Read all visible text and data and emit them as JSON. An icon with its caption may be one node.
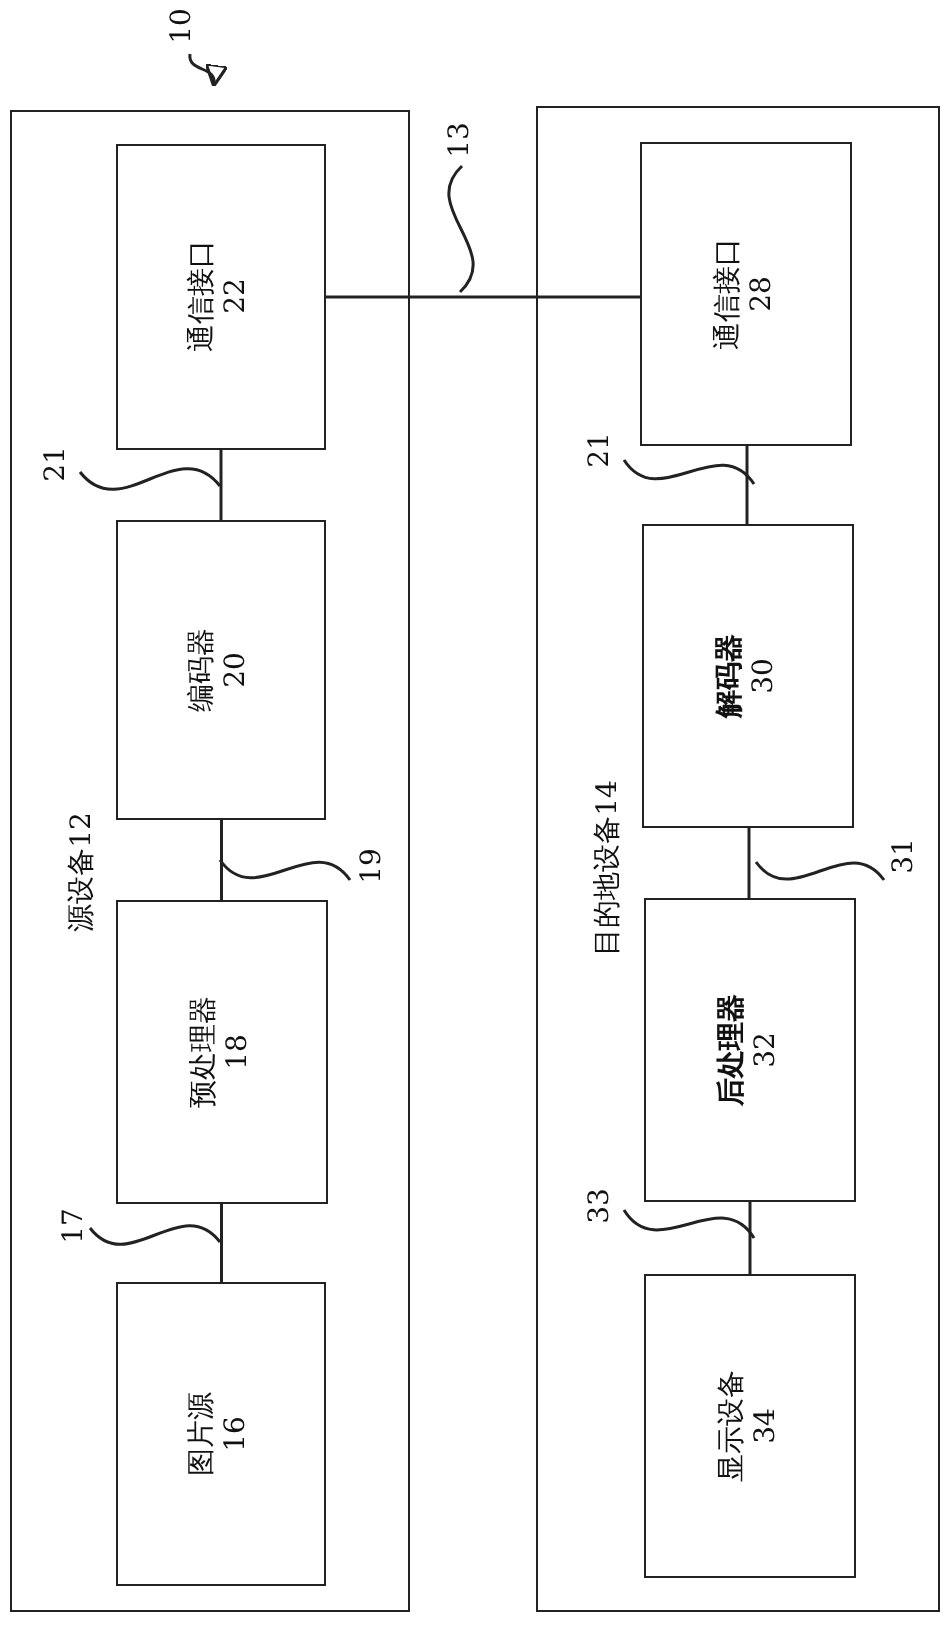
{
  "diagram": {
    "nodes": [
      {
        "text": [
          "源设备12"
        ]
      },
      {
        "text": [
          "通信接口",
          "22"
        ],
        "in": 0
      },
      {
        "text": [
          "编码器",
          "20"
        ],
        "in": 0
      },
      {
        "text": [
          "预处理器",
          "18"
        ],
        "in": 0
      },
      {
        "text": [
          "图片源",
          "16"
        ],
        "in": 0
      },
      {
        "text": [
          "目的地设备14"
        ]
      },
      {
        "text": [
          "通信接口",
          "28"
        ],
        "in": 5
      },
      {
        "text": [
          "解码器",
          "30"
        ],
        "in": 5
      },
      {
        "text": [
          "后处理器",
          "32"
        ],
        "in": 5
      },
      {
        "text": [
          "显示设备",
          "34"
        ],
        "in": 5
      },
      {
        "text": [
          "10"
        ]
      },
      {
        "text": [
          "13"
        ]
      },
      {
        "text": [
          "21"
        ],
        "in": 0
      },
      {
        "text": [
          "19"
        ],
        "in": 0
      },
      {
        "text": [
          "17"
        ],
        "in": 0
      },
      {
        "text": [
          "21"
        ],
        "in": 5
      },
      {
        "text": [
          "31"
        ],
        "in": 5
      },
      {
        "text": [
          "33"
        ],
        "in": 5
      }
    ],
    "edges": [
      {
        "from": 4,
        "to": 3,
        "arrow": "none"
      },
      {
        "from": 3,
        "to": 2,
        "arrow": "none"
      },
      {
        "from": 2,
        "to": 1,
        "arrow": "none"
      },
      {
        "from": 1,
        "to": 6,
        "arrow": "none"
      },
      {
        "from": 6,
        "to": 7,
        "arrow": "none"
      },
      {
        "from": 7,
        "to": 8,
        "arrow": "none"
      },
      {
        "from": 8,
        "to": 9,
        "arrow": "none"
      },
      {
        "from": 10,
        "to": null,
        "arrow": "to"
      },
      {
        "from": 11,
        "to": null,
        "arrow": "none"
      },
      {
        "from": 12,
        "to": null,
        "arrow": "none"
      },
      {
        "from": 13,
        "to": null,
        "arrow": "none"
      },
      {
        "from": 14,
        "to": null,
        "arrow": "none"
      },
      {
        "from": 15,
        "to": null,
        "arrow": "none"
      },
      {
        "from": 16,
        "to": null,
        "arrow": "none"
      },
      {
        "from": 17,
        "to": null,
        "arrow": "none"
      }
    ]
  }
}
